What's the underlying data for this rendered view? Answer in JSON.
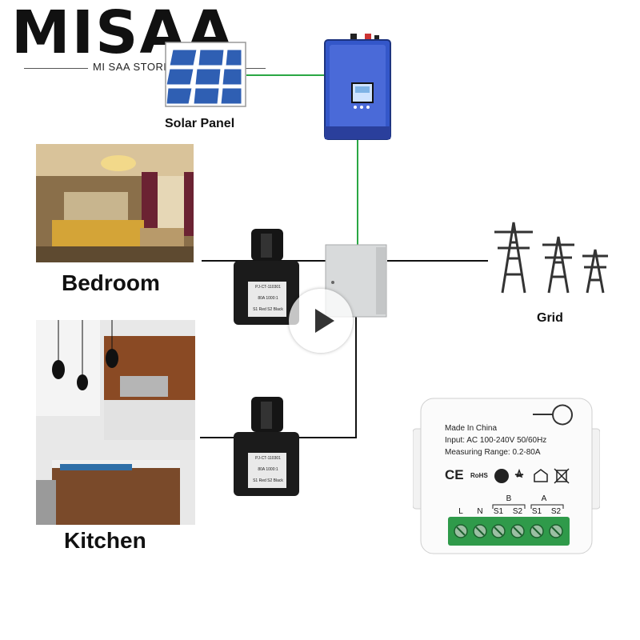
{
  "brand": {
    "logo_text": "MISAA",
    "store_name": "MI SAA STORE"
  },
  "labels": {
    "solar_panel": "Solar Panel",
    "bedroom": "Bedroom",
    "kitchen": "Kitchen",
    "grid": "Grid"
  },
  "ct_clamp": {
    "line1": "PJ-CT-110301",
    "line2": "80A 1000:1",
    "line3": "S1 Red S2 Black"
  },
  "meter": {
    "made_in": "Made In China",
    "input": "Input: AC 100-240V 50/60Hz",
    "range": "Measuring Range: 0.2-80A",
    "cert_ce": "CE",
    "cert_rohs": "RoHS",
    "group_b": "B",
    "group_a": "A",
    "terminals": [
      "L",
      "N",
      "S1",
      "S2",
      "S1",
      "S2"
    ]
  },
  "colors": {
    "solar_wire": "#2aa744",
    "mains_wire": "#111111",
    "inverter": "#3457c9",
    "terminal_block": "#2f9a4a"
  }
}
